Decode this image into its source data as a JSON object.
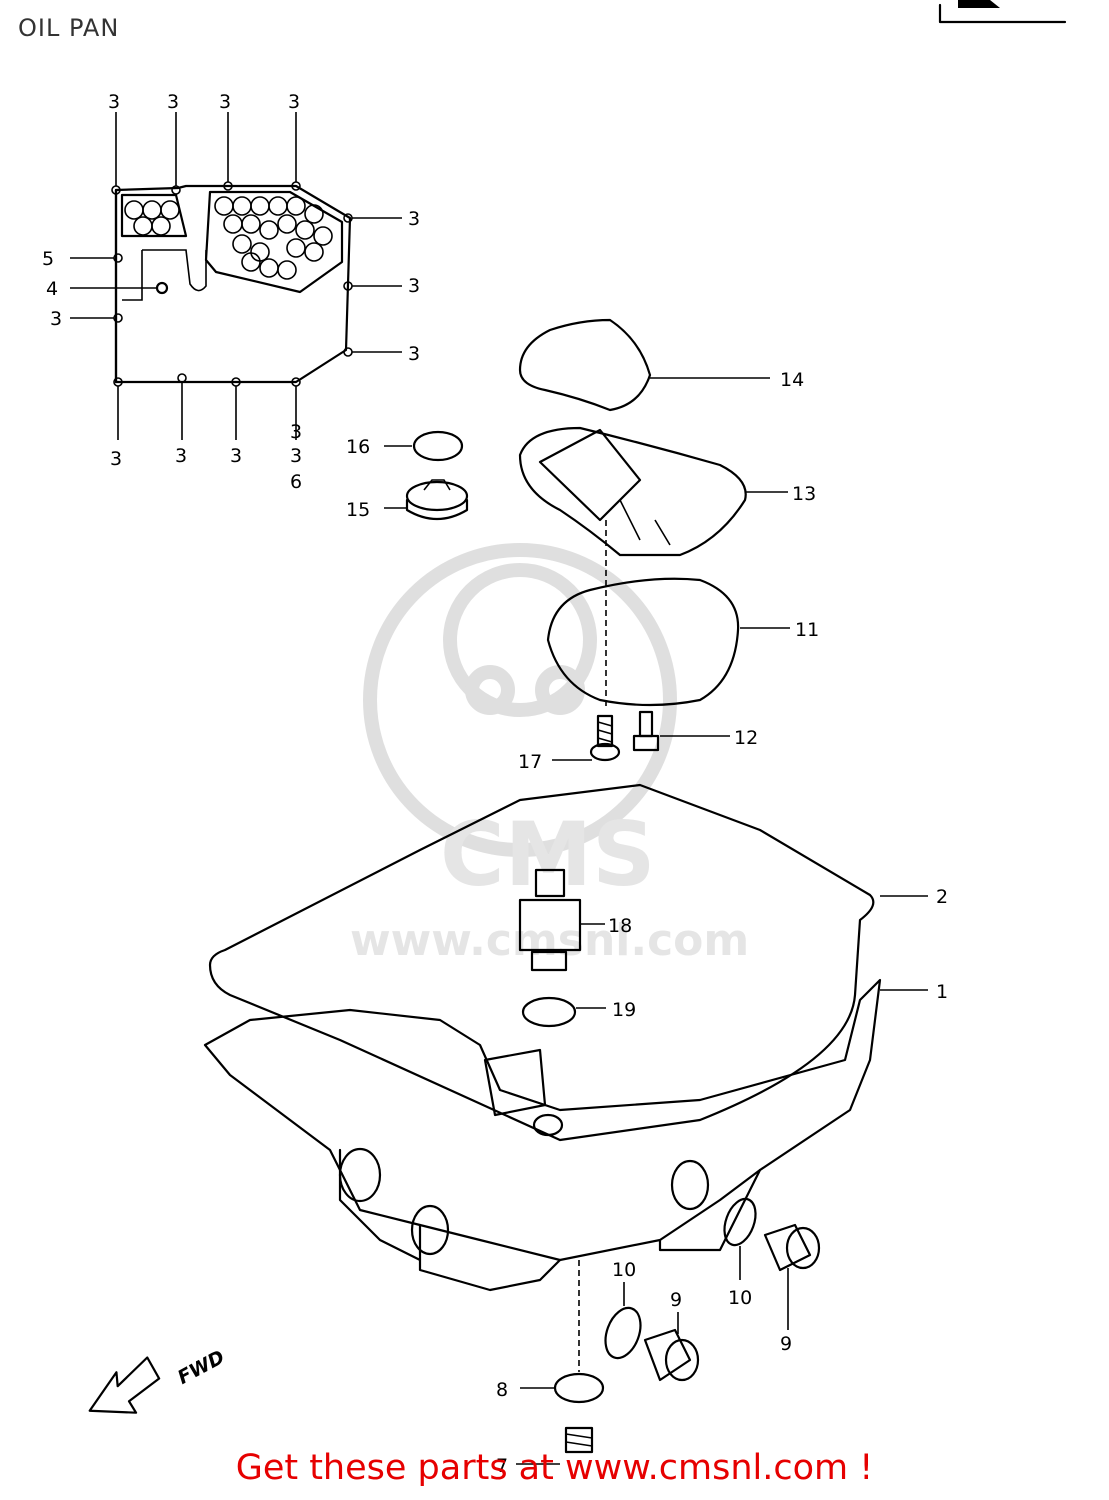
{
  "page": {
    "title": "OIL PAN",
    "promo": "Get these parts at www.cmsnl.com !"
  },
  "watermark": {
    "brand": "CMS",
    "url": "www.cmsnl.com"
  },
  "direction_label": "FWD",
  "callouts": [
    "3",
    "3",
    "3",
    "3",
    "3",
    "3",
    "3",
    "3",
    "3",
    "3",
    "3",
    "3",
    "3",
    "5",
    "4",
    "6",
    "14",
    "16",
    "15",
    "13",
    "11",
    "12",
    "17",
    "2",
    "18",
    "19",
    "1",
    "10",
    "10",
    "9",
    "9",
    "8",
    "7"
  ],
  "colors": {
    "promo": "#e60000",
    "lines": "#000000",
    "watermark": "#dcdcdc"
  }
}
